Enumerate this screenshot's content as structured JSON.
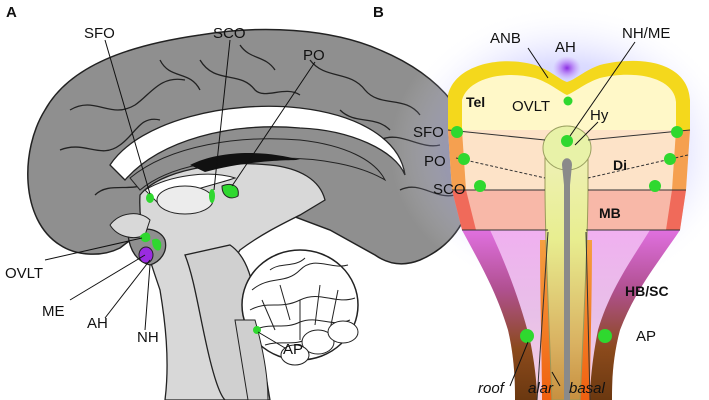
{
  "panel_a": {
    "letter": "A",
    "labels": {
      "sfo": "SFO",
      "sco": "SCO",
      "po": "PO",
      "ovlt": "OVLT",
      "me": "ME",
      "ah": "AH",
      "nh": "NH",
      "ap": "AP"
    }
  },
  "panel_b": {
    "letter": "B",
    "labels": {
      "anb": "ANB",
      "ah": "AH",
      "nhme": "NH/ME",
      "ovlt": "OVLT",
      "hy": "Hy",
      "sfo": "SFO",
      "po": "PO",
      "sco": "SCO",
      "ap": "AP"
    },
    "regions": {
      "tel": "Tel",
      "di": "Di",
      "mb": "MB",
      "hbsc": "HB/SC"
    },
    "zones": {
      "roof": "roof",
      "alar": "alar",
      "basal": "basal"
    }
  },
  "colors": {
    "brain_gray": "#8f8f8f",
    "cvo_green": "#2fd82f",
    "ah_purple": "#9a2be0",
    "tel_yellow": "#f4d81c",
    "tel_fill": "#fff8c8",
    "di_fill": "#fde3c8",
    "mb_fill": "#f8b8a8",
    "hb_pink": "#e488e8",
    "roof_brown": "#8b4a1c",
    "basal_orange": "#f47a20",
    "glow_blue": "#8080ff"
  }
}
